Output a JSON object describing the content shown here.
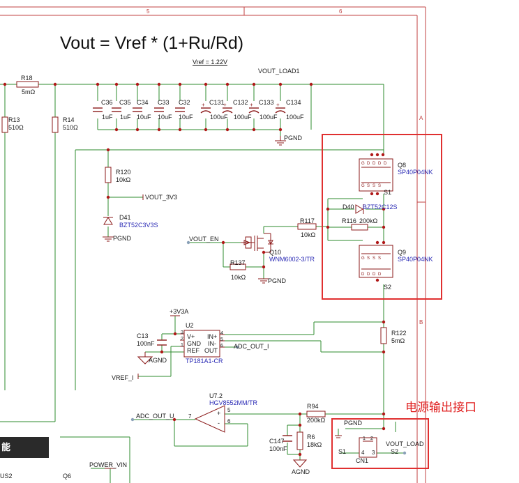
{
  "formula": "Vout = Vref * (1+Ru/Rd)",
  "vref_note": "Vref = 1.22V",
  "border_numbers": [
    "5",
    "6"
  ],
  "border_letters": [
    "A",
    "B"
  ],
  "callout_label": "电源输出接口",
  "section_strip": "能",
  "nets": {
    "vout_load1": "VOUT_LOAD1",
    "vout_3v3": "VOUT_3V3",
    "vout_en": "VOUT_EN",
    "pgnd_top": "PGND",
    "pgnd_d41": "PGND",
    "pgnd_q10": "PGND",
    "pgnd_cn": "PGND",
    "plus3v3a": "+3V3A",
    "agnd_u2": "AGND",
    "agnd_r6": "AGND",
    "adc_out_i": "ADC_OUT_I",
    "vref_i": "VREF_I",
    "adc_out_u": "ADC_OUT_U",
    "power_vin": "POWER_VIN",
    "vout_load": "VOUT_LOAD",
    "s1_cn": "S1",
    "s2_cn": "S2",
    "s1_q8": "S1",
    "s2_q9": "S2",
    "us2": "US2",
    "q6": "Q6"
  },
  "resistors": [
    {
      "ref": "R18",
      "value": "5mΩ"
    },
    {
      "ref": "R13",
      "value": "510Ω"
    },
    {
      "ref": "R14",
      "value": "510Ω"
    },
    {
      "ref": "R120",
      "value": "10kΩ"
    },
    {
      "ref": "R117",
      "value": "10kΩ"
    },
    {
      "ref": "R116",
      "value": "200kΩ"
    },
    {
      "ref": "R137",
      "value": "10kΩ"
    },
    {
      "ref": "R122",
      "value": "5mΩ"
    },
    {
      "ref": "R94",
      "value": "200kΩ"
    },
    {
      "ref": "R6",
      "value": "18kΩ"
    }
  ],
  "capacitors": [
    {
      "ref": "C36",
      "value": "1uF"
    },
    {
      "ref": "C35",
      "value": "1uF"
    },
    {
      "ref": "C34",
      "value": "10uF"
    },
    {
      "ref": "C33",
      "value": "10uF"
    },
    {
      "ref": "C32",
      "value": "10uF"
    },
    {
      "ref": "C131",
      "value": "100uF"
    },
    {
      "ref": "C132",
      "value": "100uF"
    },
    {
      "ref": "C133",
      "value": "100uF"
    },
    {
      "ref": "C134",
      "value": "100uF"
    },
    {
      "ref": "C13",
      "value": "100nF"
    },
    {
      "ref": "C147",
      "value": "100nF"
    }
  ],
  "diodes": [
    {
      "ref": "D41",
      "part": "BZT52C3V3S"
    },
    {
      "ref": "D40",
      "part": "BZT52C12S"
    }
  ],
  "mosfets": [
    {
      "ref": "Q8",
      "part": "SP40P04NK"
    },
    {
      "ref": "Q9",
      "part": "SP40P04NK"
    },
    {
      "ref": "Q10",
      "part": "WNM6002-3/TR"
    }
  ],
  "u2": {
    "ref": "U2",
    "part": "TP181A1-CR",
    "pins": {
      "vplus": "V+",
      "gnd": "GND",
      "ref": "REF",
      "out": "OUT",
      "inp": "IN+",
      "inn": "IN-"
    },
    "pin_numbers": [
      "3",
      "2",
      "1",
      "6",
      "4",
      "5"
    ]
  },
  "u7": {
    "ref": "U7.2",
    "part": "HGV8552MM/TR",
    "pin_numbers": [
      "5",
      "6",
      "7"
    ]
  },
  "cn1": {
    "ref": "CN1",
    "pin_numbers": [
      "1",
      "2",
      "4",
      "3"
    ]
  },
  "colors": {
    "wire": "#2e8b2e",
    "component": "#8b1a1a",
    "node": "#b01818",
    "highlight": "#e03030",
    "part_text": "#2b2bb5"
  }
}
